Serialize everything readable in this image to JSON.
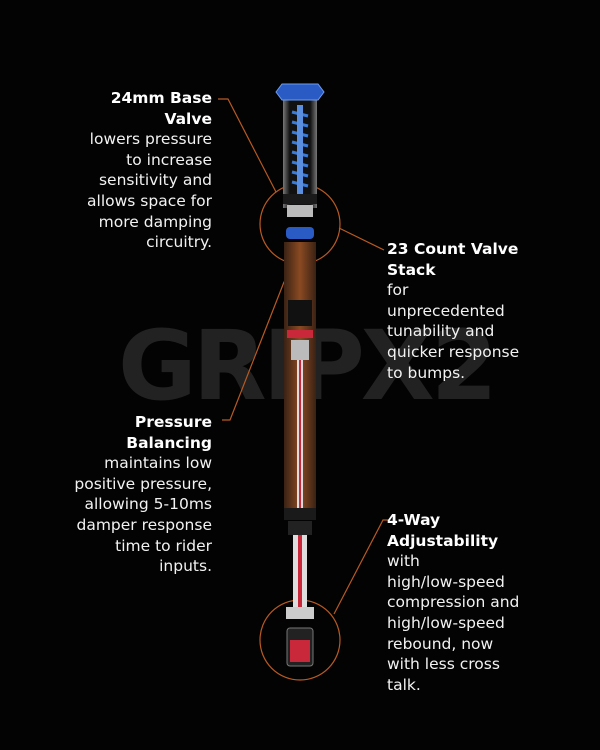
{
  "watermark": "GRIPX2",
  "callouts": [
    {
      "title": "24mm Base Valve",
      "title_lines": [
        "24mm Base",
        "Valve"
      ],
      "lines": [
        "lowers pressure",
        "to increase",
        "sensitivity and",
        "allows space for",
        "more damping",
        "circuitry."
      ]
    },
    {
      "title": "23 Count Valve Stack",
      "title_lines": [
        "23 Count Valve",
        "Stack"
      ],
      "lines": [
        "for",
        "unprecedented",
        "tunability and",
        "quicker response",
        "to bumps."
      ]
    },
    {
      "title": "Pressure Balancing",
      "title_lines": [
        "Pressure",
        "Balancing"
      ],
      "lines": [
        "maintains low",
        "positive pressure,",
        "allowing 5-10ms",
        "damper response",
        "time to rider",
        "inputs."
      ]
    },
    {
      "title": "4-Way Adjustability",
      "title_lines": [
        "4-Way",
        "Adjustability"
      ],
      "lines": [
        "with",
        "high/low-speed",
        "compression and",
        "high/low-speed",
        "rebound, now",
        "with less cross",
        "talk."
      ]
    }
  ],
  "colors": {
    "accent": "#c0652a",
    "blue": "#2a5bc4",
    "red": "#c8283a",
    "brown": "#6b3a1e"
  }
}
